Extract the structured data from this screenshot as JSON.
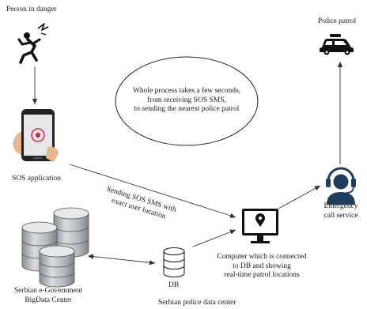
{
  "labels": {
    "person": "Person in danger",
    "police_patrol": "Police patrol",
    "ellipse_line1": "Whole process takes a few seconds,",
    "ellipse_line2": "from receiving SOS SMS,",
    "ellipse_line3": "to sending the nearest police patrol",
    "sos_app": "SOS application",
    "sending_line1": "Sending SOS SMS with",
    "sending_line2": "exact user location",
    "emergency_line1": "Emergency",
    "emergency_line2": "call service",
    "computer_line1": "Computer which is connected",
    "computer_line2": "to DB and showing",
    "computer_line3": "real-time patrol locations",
    "db": "DB",
    "gov_line1": "Serbian e-Government",
    "gov_line2": "BigData Center",
    "police_dc": "Serbian police data center"
  },
  "icons": {
    "person": "falling-person-icon",
    "patrol": "police-car-icon",
    "phone": "smartphone-sos-icon",
    "operator": "headset-operator-icon",
    "computer": "monitor-location-icon",
    "db": "database-icon",
    "servers": "server-stack-icon"
  },
  "colors": {
    "ink": "#1a1a1a",
    "operator": "#1f3e5e",
    "phone_body": "#222222",
    "sos_accent": "#c9304f"
  }
}
